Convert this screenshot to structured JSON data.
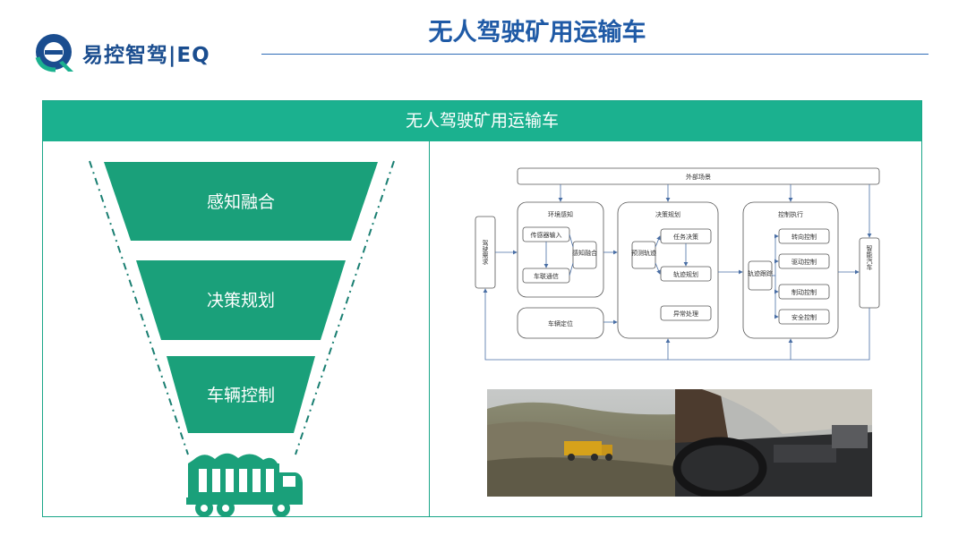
{
  "header": {
    "title": "无人驾驶矿用运输车",
    "brand": "易控智驾|EQ"
  },
  "panel": {
    "title": "无人驾驶矿用运输车"
  },
  "funnel": {
    "stages": [
      "感知融合",
      "决策规划",
      "车辆控制"
    ],
    "color": "#1aa07a"
  },
  "diagram": {
    "top": "外部场景",
    "left": "驾驶需求",
    "right": "智能汽车",
    "perception": {
      "title": "环境感知",
      "a": "传感器输入",
      "b": "车联通信",
      "c": "感知融合"
    },
    "positioning": "车辆定位",
    "decision": {
      "title": "决策规划",
      "task": "任务决策",
      "predict": "预测轨迹",
      "traj": "轨迹规划",
      "exception": "异常处理"
    },
    "control": {
      "title": "控制执行",
      "track": "轨迹跟踪",
      "items": [
        "转向控制",
        "驱动控制",
        "制动控制",
        "安全控制"
      ]
    }
  }
}
